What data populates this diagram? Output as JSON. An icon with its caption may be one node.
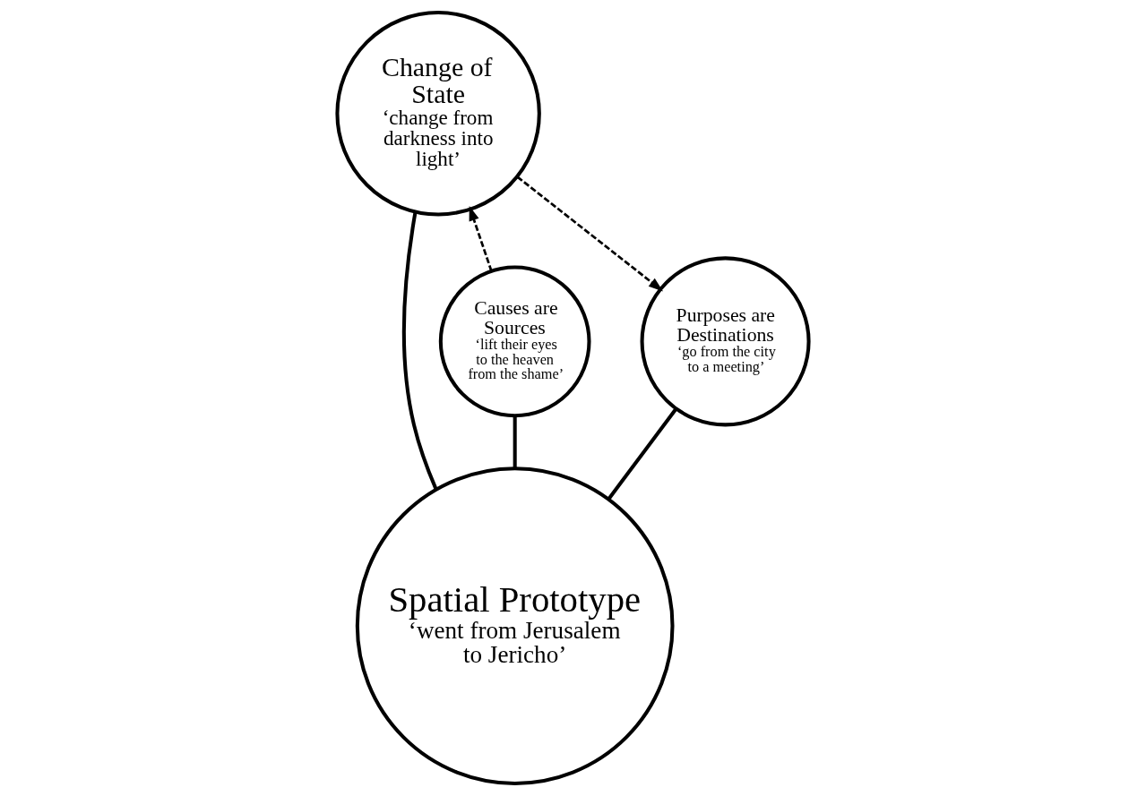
{
  "diagram": {
    "nodes": [
      {
        "text": [
          "Change of State",
          "‘change from darkness into light’"
        ]
      },
      {
        "text": [
          "Causes are Sources",
          "‘lift their eyes to the heaven from the shame’"
        ]
      },
      {
        "text": [
          "Purposes are Destinations",
          "‘go from the city to a meeting’"
        ]
      },
      {
        "text": [
          "Spatial Prototype",
          "‘went from Jerusalem to Jericho’"
        ]
      }
    ],
    "edges": [
      {
        "from": 1,
        "to": 0,
        "arrow": "to",
        "style": "dashed"
      },
      {
        "from": 0,
        "to": 2,
        "arrow": "to",
        "style": "dashed"
      },
      {
        "from": 3,
        "to": 1,
        "arrow": "none"
      },
      {
        "from": 3,
        "to": 0,
        "arrow": "none"
      },
      {
        "from": 3,
        "to": 2,
        "arrow": "none"
      }
    ]
  }
}
